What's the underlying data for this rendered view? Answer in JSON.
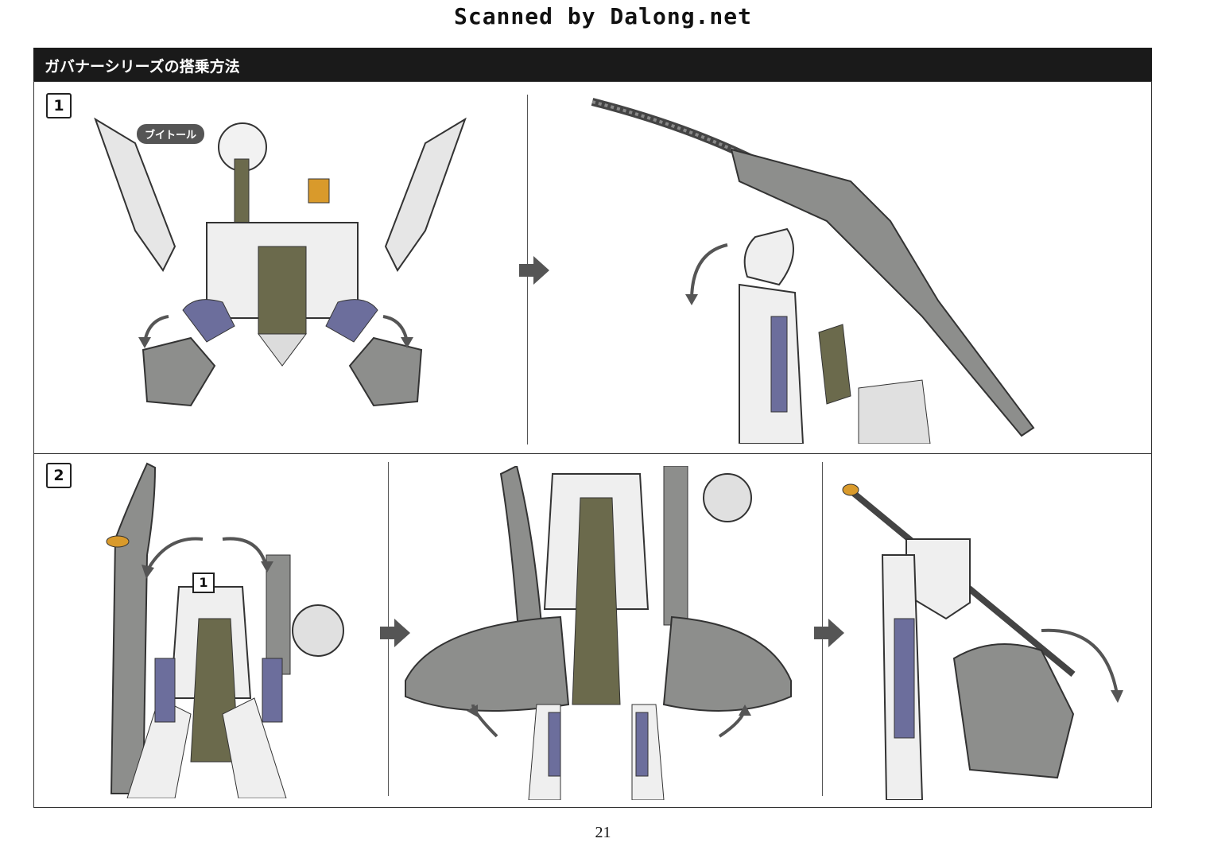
{
  "watermark": "Scanned by Dalong.net",
  "header": {
    "title": "ガバナーシリーズの搭乗方法"
  },
  "steps": [
    {
      "number": "1",
      "label": "ブイトール"
    },
    {
      "number": "2",
      "badge": "1"
    }
  ],
  "page_number": "21",
  "colors": {
    "dark_bar": "#1a1a1a",
    "olive": "#6b6a4c",
    "purple": "#6c6e9c",
    "gray": "#8d8e8c",
    "orange": "#d99a2b"
  },
  "icons": [
    "step-arrow-icon",
    "rotate-arrow-icon"
  ]
}
